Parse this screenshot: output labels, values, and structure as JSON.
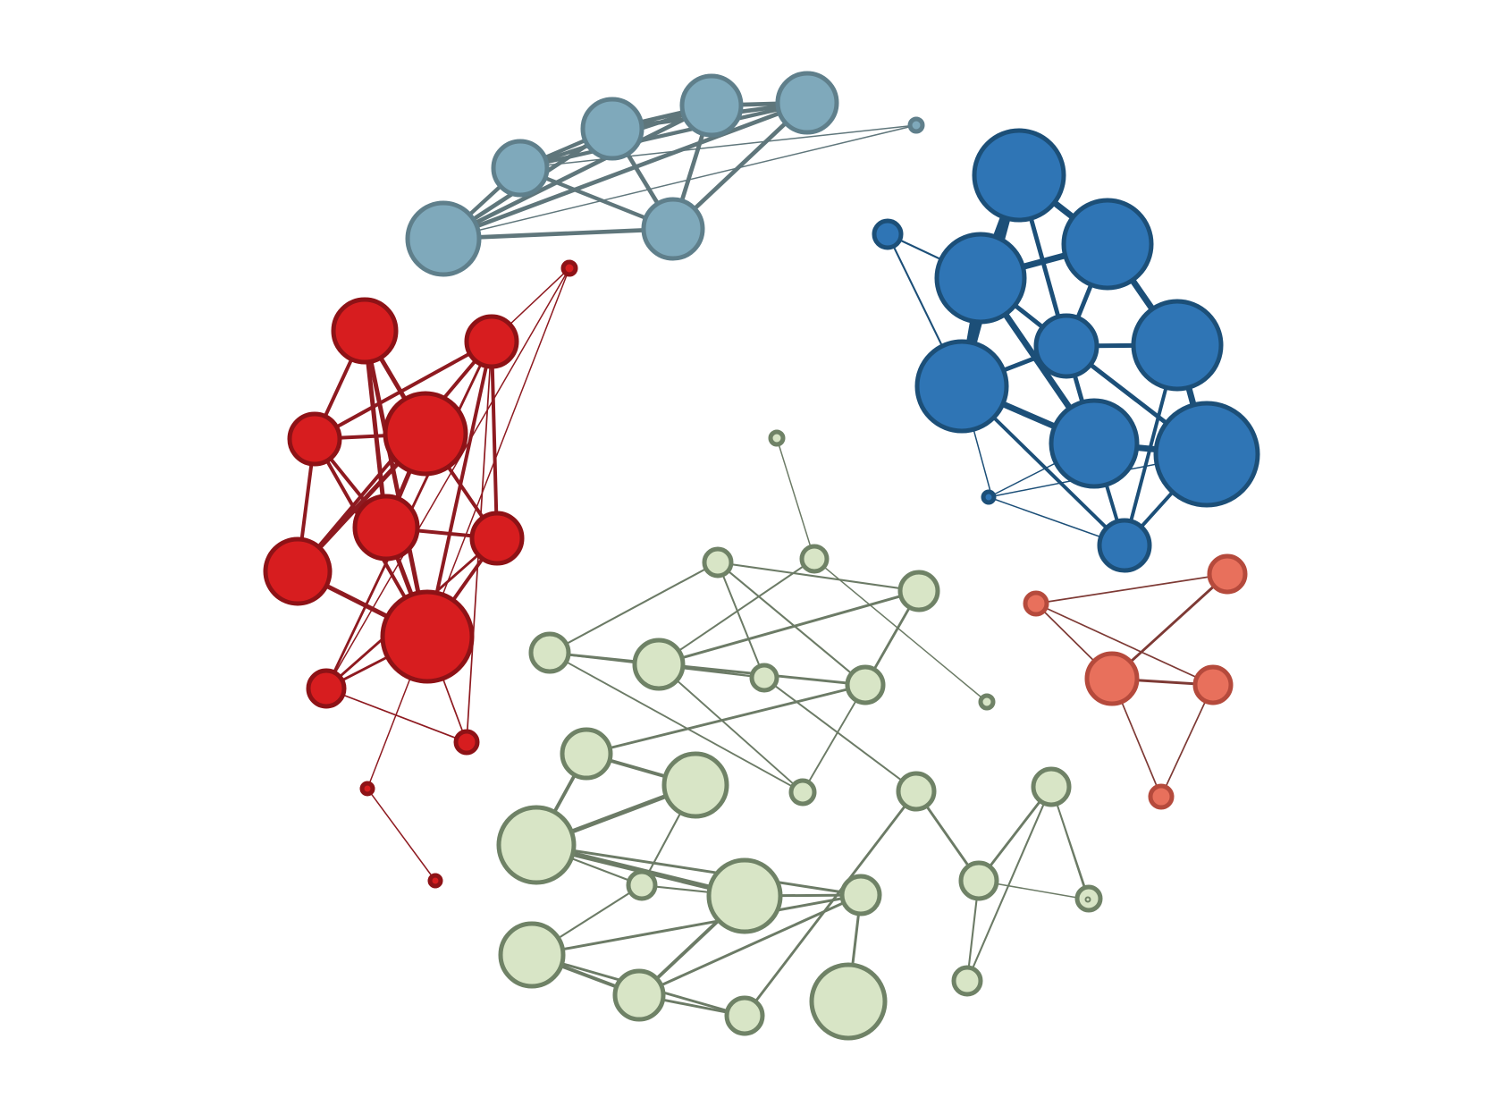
{
  "clusters": [
    {
      "id": "lightblue",
      "fill": "#7fa9bb",
      "stroke": "#5f7f8b",
      "edge": "#5f767b"
    },
    {
      "id": "blue",
      "fill": "#2f75b5",
      "stroke": "#1c4f78",
      "edge": "#1c4f78"
    },
    {
      "id": "red",
      "fill": "#d71d1f",
      "stroke": "#8e1216",
      "edge": "#8e1a20"
    },
    {
      "id": "salmon",
      "fill": "#e8705c",
      "stroke": "#b54a3c",
      "edge": "#7e3a35"
    },
    {
      "id": "green",
      "fill": "#d8e5c6",
      "stroke": "#6f8266",
      "edge": "#6c7b66"
    }
  ],
  "nodes": [
    {
      "id": "lb1",
      "cluster": "lightblue"
    },
    {
      "id": "lb2",
      "cluster": "lightblue"
    },
    {
      "id": "lb3",
      "cluster": "lightblue"
    },
    {
      "id": "lb4",
      "cluster": "lightblue"
    },
    {
      "id": "lb5",
      "cluster": "lightblue"
    },
    {
      "id": "lb6",
      "cluster": "lightblue"
    },
    {
      "id": "lb7",
      "cluster": "lightblue"
    },
    {
      "id": "b1",
      "cluster": "blue"
    },
    {
      "id": "b2",
      "cluster": "blue"
    },
    {
      "id": "b3",
      "cluster": "blue"
    },
    {
      "id": "b4",
      "cluster": "blue"
    },
    {
      "id": "b5",
      "cluster": "blue"
    },
    {
      "id": "b6",
      "cluster": "blue"
    },
    {
      "id": "b7",
      "cluster": "blue"
    },
    {
      "id": "b8",
      "cluster": "blue"
    },
    {
      "id": "b9",
      "cluster": "blue"
    },
    {
      "id": "b10",
      "cluster": "blue"
    },
    {
      "id": "b11",
      "cluster": "blue"
    },
    {
      "id": "r1",
      "cluster": "red"
    },
    {
      "id": "r2",
      "cluster": "red"
    },
    {
      "id": "r3",
      "cluster": "red"
    },
    {
      "id": "r4",
      "cluster": "red"
    },
    {
      "id": "r5",
      "cluster": "red"
    },
    {
      "id": "r6",
      "cluster": "red"
    },
    {
      "id": "r7",
      "cluster": "red"
    },
    {
      "id": "r8",
      "cluster": "red"
    },
    {
      "id": "r9",
      "cluster": "red"
    },
    {
      "id": "r10",
      "cluster": "red"
    },
    {
      "id": "r11",
      "cluster": "red"
    },
    {
      "id": "r12",
      "cluster": "red"
    },
    {
      "id": "r13",
      "cluster": "red"
    },
    {
      "id": "s1",
      "cluster": "salmon"
    },
    {
      "id": "s2",
      "cluster": "salmon"
    },
    {
      "id": "s3",
      "cluster": "salmon"
    },
    {
      "id": "s4",
      "cluster": "salmon"
    },
    {
      "id": "s5",
      "cluster": "salmon"
    },
    {
      "id": "g1",
      "cluster": "green"
    },
    {
      "id": "g2",
      "cluster": "green"
    },
    {
      "id": "g3",
      "cluster": "green"
    },
    {
      "id": "g4",
      "cluster": "green"
    },
    {
      "id": "g5",
      "cluster": "green"
    },
    {
      "id": "g6",
      "cluster": "green"
    },
    {
      "id": "g7",
      "cluster": "green"
    },
    {
      "id": "g8",
      "cluster": "green"
    },
    {
      "id": "g9",
      "cluster": "green"
    },
    {
      "id": "g10",
      "cluster": "green"
    },
    {
      "id": "g11",
      "cluster": "green"
    },
    {
      "id": "g12",
      "cluster": "green"
    },
    {
      "id": "g13",
      "cluster": "green"
    },
    {
      "id": "g14",
      "cluster": "green"
    },
    {
      "id": "g15",
      "cluster": "green"
    },
    {
      "id": "g16",
      "cluster": "green"
    },
    {
      "id": "g17",
      "cluster": "green"
    },
    {
      "id": "g18",
      "cluster": "green"
    },
    {
      "id": "g19",
      "cluster": "green"
    },
    {
      "id": "g20",
      "cluster": "green"
    },
    {
      "id": "g21",
      "cluster": "green"
    },
    {
      "id": "g22",
      "cluster": "green"
    },
    {
      "id": "g23",
      "cluster": "green"
    },
    {
      "id": "g24",
      "cluster": "green"
    },
    {
      "id": "g25",
      "cluster": "green"
    },
    {
      "id": "g26",
      "cluster": "green"
    }
  ],
  "edges": [
    [
      "lb1",
      "lb6"
    ],
    [
      "lb1",
      "lb2"
    ],
    [
      "lb1",
      "lb3"
    ],
    [
      "lb1",
      "lb4"
    ],
    [
      "lb1",
      "lb5"
    ],
    [
      "lb1",
      "lb7"
    ],
    [
      "lb2",
      "lb3"
    ],
    [
      "lb2",
      "lb4"
    ],
    [
      "lb2",
      "lb5"
    ],
    [
      "lb2",
      "lb6"
    ],
    [
      "lb3",
      "lb4"
    ],
    [
      "lb3",
      "lb5"
    ],
    [
      "lb3",
      "lb6"
    ],
    [
      "lb4",
      "lb5"
    ],
    [
      "lb4",
      "lb6"
    ],
    [
      "lb5",
      "lb6"
    ],
    [
      "lb2",
      "lb7"
    ],
    [
      "b1",
      "b2"
    ],
    [
      "b1",
      "b3"
    ],
    [
      "b1",
      "b4"
    ],
    [
      "b1",
      "b5"
    ],
    [
      "b2",
      "b3"
    ],
    [
      "b2",
      "b4"
    ],
    [
      "b2",
      "b6"
    ],
    [
      "b3",
      "b5"
    ],
    [
      "b3",
      "b4"
    ],
    [
      "b3",
      "b7"
    ],
    [
      "b4",
      "b5"
    ],
    [
      "b4",
      "b6"
    ],
    [
      "b4",
      "b7"
    ],
    [
      "b4",
      "b8"
    ],
    [
      "b5",
      "b7"
    ],
    [
      "b5",
      "b9"
    ],
    [
      "b6",
      "b8"
    ],
    [
      "b6",
      "b9"
    ],
    [
      "b7",
      "b8"
    ],
    [
      "b7",
      "b9"
    ],
    [
      "b8",
      "b9"
    ],
    [
      "b8",
      "b10"
    ],
    [
      "b9",
      "b10"
    ],
    [
      "b11",
      "b5"
    ],
    [
      "b11",
      "b3"
    ],
    [
      "b5",
      "b12"
    ],
    [
      "b10",
      "b7"
    ],
    [
      "r1",
      "r3"
    ],
    [
      "r1",
      "r4"
    ],
    [
      "r1",
      "r5"
    ],
    [
      "r1",
      "r8"
    ],
    [
      "r2",
      "r4"
    ],
    [
      "r2",
      "r8"
    ],
    [
      "r2",
      "r7"
    ],
    [
      "r2",
      "r6"
    ],
    [
      "r2",
      "r9"
    ],
    [
      "r2",
      "r10"
    ],
    [
      "r3",
      "r4"
    ],
    [
      "r3",
      "r5"
    ],
    [
      "r3",
      "r6"
    ],
    [
      "r3",
      "r7"
    ],
    [
      "r4",
      "r5"
    ],
    [
      "r4",
      "r8"
    ],
    [
      "r4",
      "r7"
    ],
    [
      "r5",
      "r6"
    ],
    [
      "r5",
      "r8"
    ],
    [
      "r6",
      "r8"
    ],
    [
      "r6",
      "r9"
    ],
    [
      "r7",
      "r8"
    ],
    [
      "r8",
      "r9"
    ],
    [
      "r8",
      "r10"
    ],
    [
      "r9",
      "r10"
    ],
    [
      "r9",
      "r11"
    ],
    [
      "r11",
      "r12"
    ],
    [
      "r12",
      "r13"
    ],
    [
      "r2",
      "r11"
    ],
    [
      "s1",
      "s2"
    ],
    [
      "s1",
      "s3"
    ],
    [
      "s2",
      "s3"
    ],
    [
      "s2",
      "s4"
    ],
    [
      "s3",
      "s4"
    ],
    [
      "s3",
      "s5"
    ],
    [
      "s4",
      "s5"
    ],
    [
      "g1",
      "g2"
    ],
    [
      "g2",
      "g6"
    ],
    [
      "g6",
      "g3"
    ],
    [
      "g3",
      "g4"
    ],
    [
      "g4",
      "g5"
    ],
    [
      "g5",
      "g7"
    ],
    [
      "g7",
      "g4"
    ],
    [
      "g8",
      "g4"
    ],
    [
      "g8",
      "g6"
    ],
    [
      "g8",
      "g5"
    ],
    [
      "g9",
      "g5"
    ],
    [
      "g9",
      "g6"
    ],
    [
      "g10",
      "g2"
    ],
    [
      "g7",
      "g9"
    ],
    [
      "g7",
      "g3"
    ],
    [
      "g11",
      "g7"
    ],
    [
      "g11",
      "g12"
    ],
    [
      "g11",
      "g13"
    ],
    [
      "g12",
      "g13"
    ],
    [
      "g12",
      "g14"
    ],
    [
      "g13",
      "g14"
    ],
    [
      "g13",
      "g15"
    ],
    [
      "g13",
      "g16"
    ],
    [
      "g14",
      "g15"
    ],
    [
      "g14",
      "g17"
    ],
    [
      "g15",
      "g16"
    ],
    [
      "g15",
      "g18"
    ],
    [
      "g16",
      "g17"
    ],
    [
      "g16",
      "g18"
    ],
    [
      "g17",
      "g18"
    ],
    [
      "g18",
      "g19"
    ],
    [
      "g19",
      "g20"
    ],
    [
      "g20",
      "g21"
    ],
    [
      "g21",
      "g22"
    ],
    [
      "g22",
      "g23"
    ],
    [
      "g22",
      "g24"
    ],
    [
      "g24",
      "g21"
    ],
    [
      "g8",
      "g20"
    ],
    [
      "g25",
      "g21"
    ],
    [
      "g25",
      "g22"
    ],
    [
      "g26",
      "g16"
    ],
    [
      "g17",
      "g19"
    ]
  ]
}
